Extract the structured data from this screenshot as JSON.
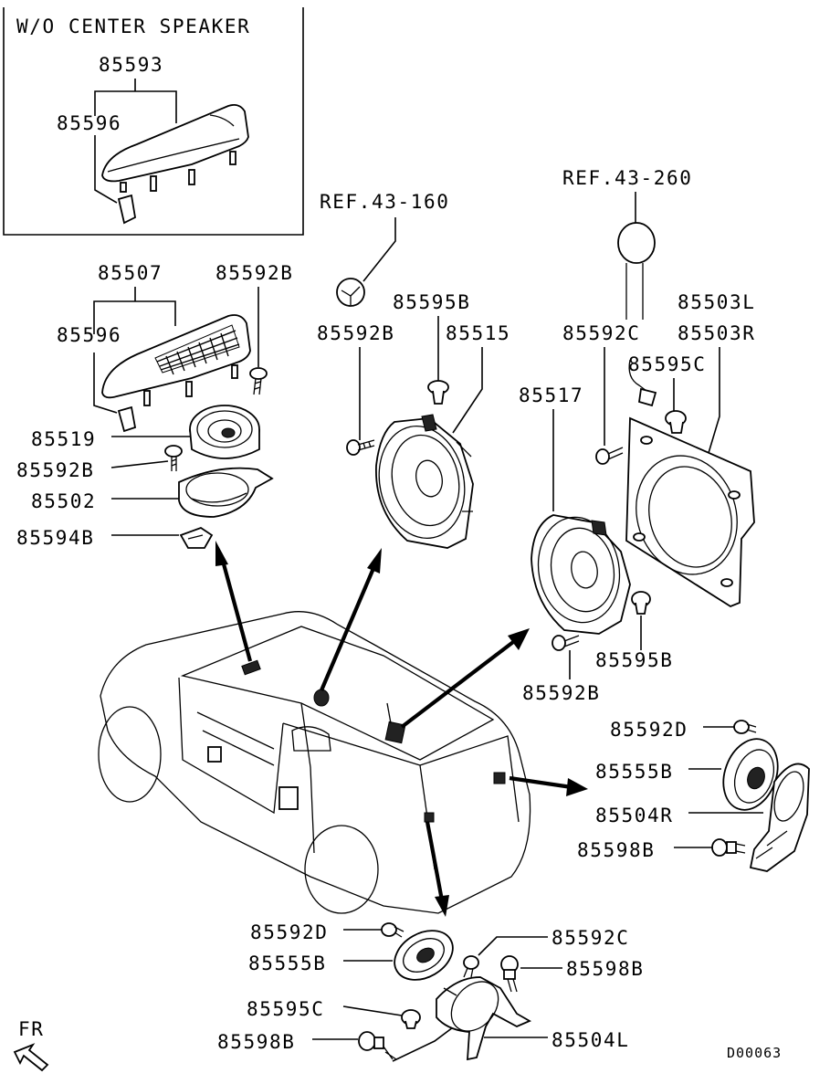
{
  "inset": {
    "title": "W/O CENTER SPEAKER",
    "assy": "85593",
    "clip": "85596"
  },
  "labels": {
    "ref_43_160": "REF.43-160",
    "ref_43_260": "REF.43-260",
    "front_grille_assy": "85507",
    "front_clip": "85596",
    "tweeter_screw_top": "85592B",
    "tweeter": "85519",
    "tweeter_screw": "85592B",
    "tweeter_bracket": "85502",
    "tweeter_clip": "85594B",
    "center_clip": "85595B",
    "center_screw": "85592B",
    "center_speaker": "85515",
    "rear_screw_c": "85592C",
    "rear_panel_l": "85503L",
    "rear_panel_r": "85503R",
    "rear_clip_c": "85595C",
    "rear_speaker": "85517",
    "rear_clip_b": "85595B",
    "rear_screw_b": "85592B",
    "sub_r_screw_d": "85592D",
    "sub_r_speaker": "85555B",
    "sub_r_bracket": "85504R",
    "sub_r_bolt": "85598B",
    "sub_l_screw_d": "85592D",
    "sub_l_speaker": "85555B",
    "sub_l_clip": "85595C",
    "sub_l_bolt_a": "85598B",
    "sub_l_screw_c": "85592C",
    "sub_l_bolt_b": "85598B",
    "sub_l_bracket": "85504L"
  },
  "front_indicator": "FR",
  "drawing_code": "D00063"
}
